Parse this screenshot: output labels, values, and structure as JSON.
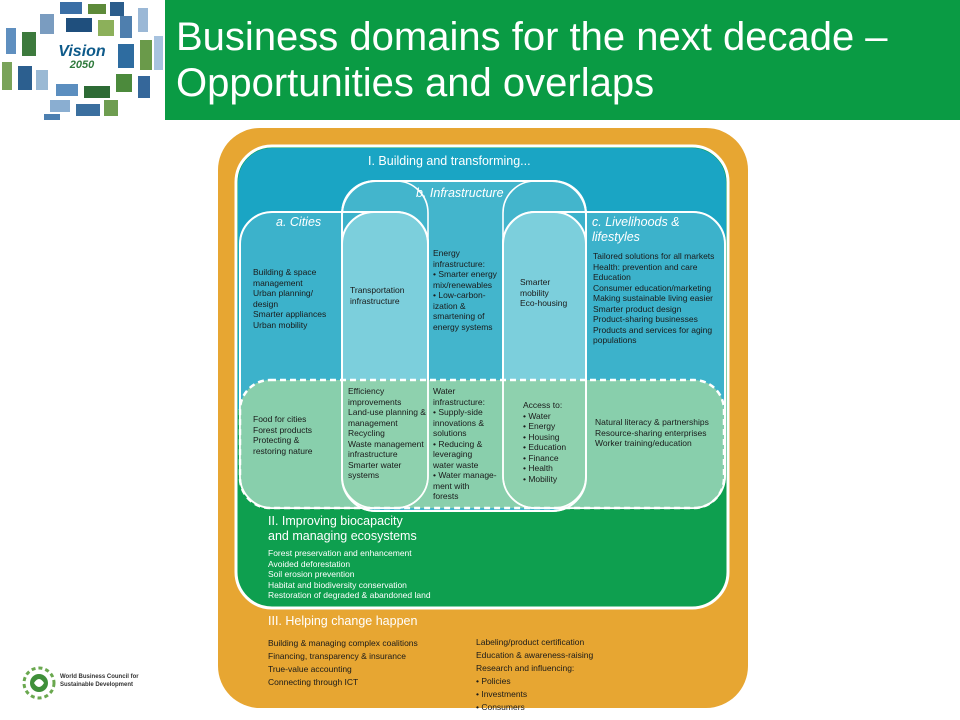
{
  "slide": {
    "title": "Business domains for the next decade –\nOpportunities and overlaps",
    "logo_line1": "Vision",
    "logo_line2": "2050",
    "org_name": "World Business Council for\nSustainable Development"
  },
  "colors": {
    "header_green": "#0a9b44",
    "outer_orange": "#e7a632",
    "building_blue": "#1aa5c4",
    "ecosystem_green": "#0e9f4f",
    "overlap_green": "#8fd1a9",
    "pill_light": "#a8dde3"
  },
  "diagram": {
    "section1": {
      "title": "I. Building and transforming..."
    },
    "infrastructure": {
      "title": "b. Infrastructure"
    },
    "cities": {
      "title": "a. Cities",
      "items": "Building & space\nmanagement\nUrban planning/\ndesign\nSmarter appliances\nUrban mobility"
    },
    "livelihoods": {
      "title": "c. Livelihoods &\n    lifestyles",
      "items": "Tailored solutions for all markets\nHealth: prevention and care\nEducation\nConsumer education/marketing\nMaking sustainable living easier\nSmarter product design\nProduct-sharing businesses\nProducts and services for aging\npopulations"
    },
    "transport": "Transportation\ninfrastructure",
    "energy": "Energy\ninfrastructure:\n•  Smarter energy\n    mix/renewables\n•  Low-carbon-\n    ization &\n    smartening of\n    energy systems",
    "mobility": "Smarter\nmobility\nEco-housing",
    "overlap": {
      "left": "Food for cities\nForest products\nProtecting &\nrestoring nature",
      "efficiency": "Efficiency\nimprovements\nLand-use planning &\nmanagement\nRecycling\nWaste management\ninfrastructure\nSmarter water\nsystems",
      "water": "Water\ninfrastructure:\n•  Supply-side\n    innovations &\n    solutions\n•  Reducing &\n    leveraging\n    water waste\n•  Water manage-\n    ment with\n    forests",
      "access": "Access to:\n•  Water\n•  Energy\n•  Housing\n•  Education\n•  Finance\n•  Health\n•  Mobility",
      "right": "Natural literacy & partnerships\nResource-sharing enterprises\nWorker training/education"
    },
    "section2": {
      "title": "II. Improving biocapacity\nand managing ecosystems",
      "items": "Forest preservation and enhancement\nAvoided deforestation\nSoil erosion prevention\nHabitat and biodiversity conservation\nRestoration of degraded & abandoned land"
    },
    "section3": {
      "title": "III. Helping change happen",
      "left_items": "Building & managing complex coalitions\nFinancing, transparency & insurance\nTrue-value accounting\nConnecting through ICT",
      "right_items": "Labeling/product certification\nEducation & awareness-raising\nResearch and influencing:\n•  Policies\n•  Investments\n•  Consumers"
    }
  }
}
